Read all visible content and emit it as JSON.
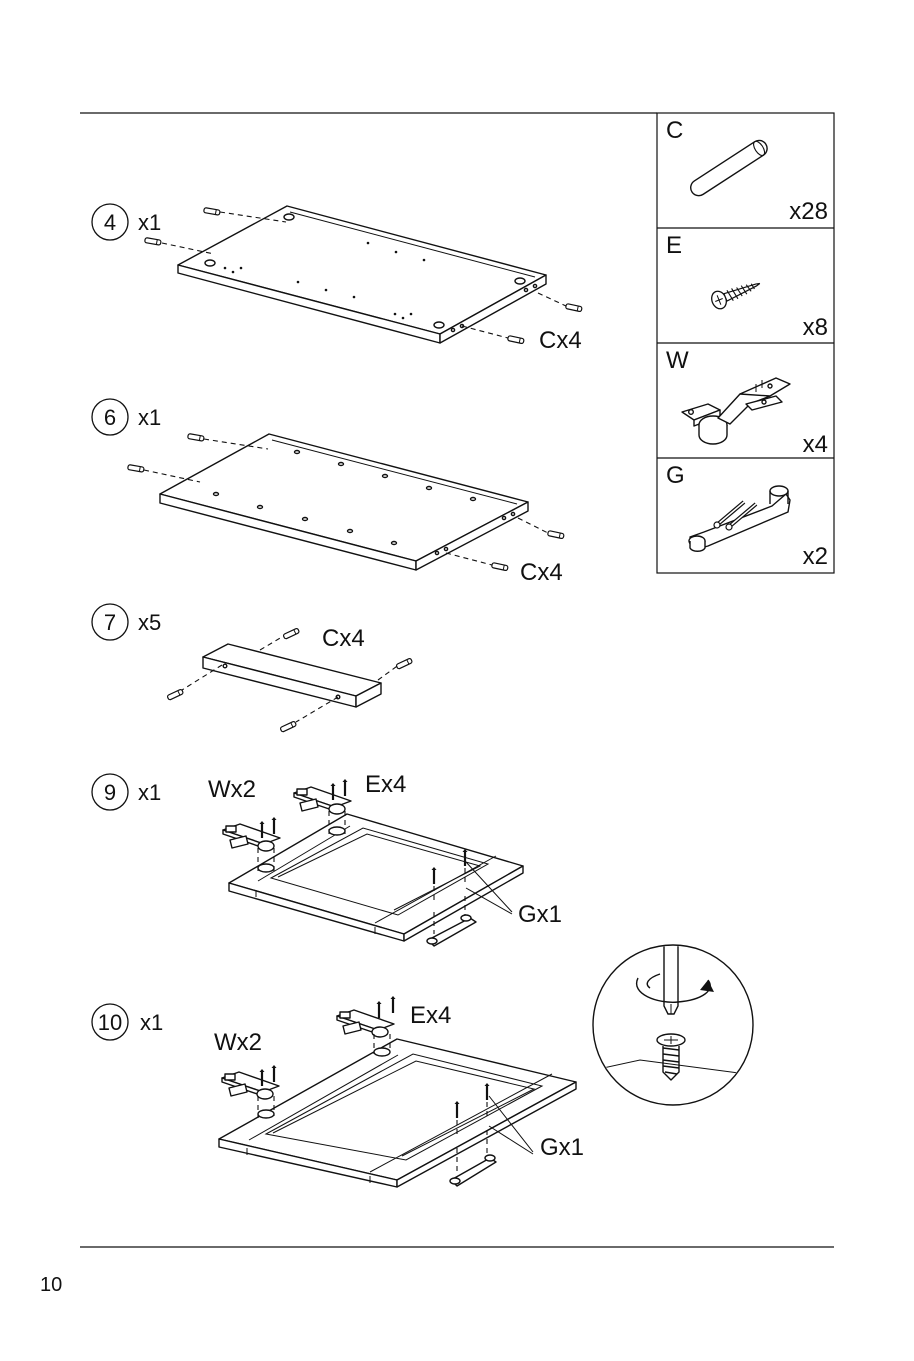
{
  "page": {
    "number": "10"
  },
  "steps": [
    {
      "number": "4",
      "qty": "x1",
      "parts": [
        "Cx4"
      ]
    },
    {
      "number": "6",
      "qty": "x1",
      "parts": [
        "Cx4"
      ]
    },
    {
      "number": "7",
      "qty": "x5",
      "parts": [
        "Cx4"
      ]
    },
    {
      "number": "9",
      "qty": "x1",
      "parts": [
        "Wx2",
        "Ex4",
        "Gx1"
      ]
    },
    {
      "number": "10",
      "qty": "x1",
      "parts": [
        "Wx2",
        "Ex4",
        "Gx1"
      ]
    }
  ],
  "parts_list": [
    {
      "letter": "C",
      "qty": "x28",
      "icon": "dowel-icon"
    },
    {
      "letter": "E",
      "qty": "x8",
      "icon": "screw-icon"
    },
    {
      "letter": "W",
      "qty": "x4",
      "icon": "hinge-icon"
    },
    {
      "letter": "G",
      "qty": "x2",
      "icon": "handle-icon"
    }
  ]
}
